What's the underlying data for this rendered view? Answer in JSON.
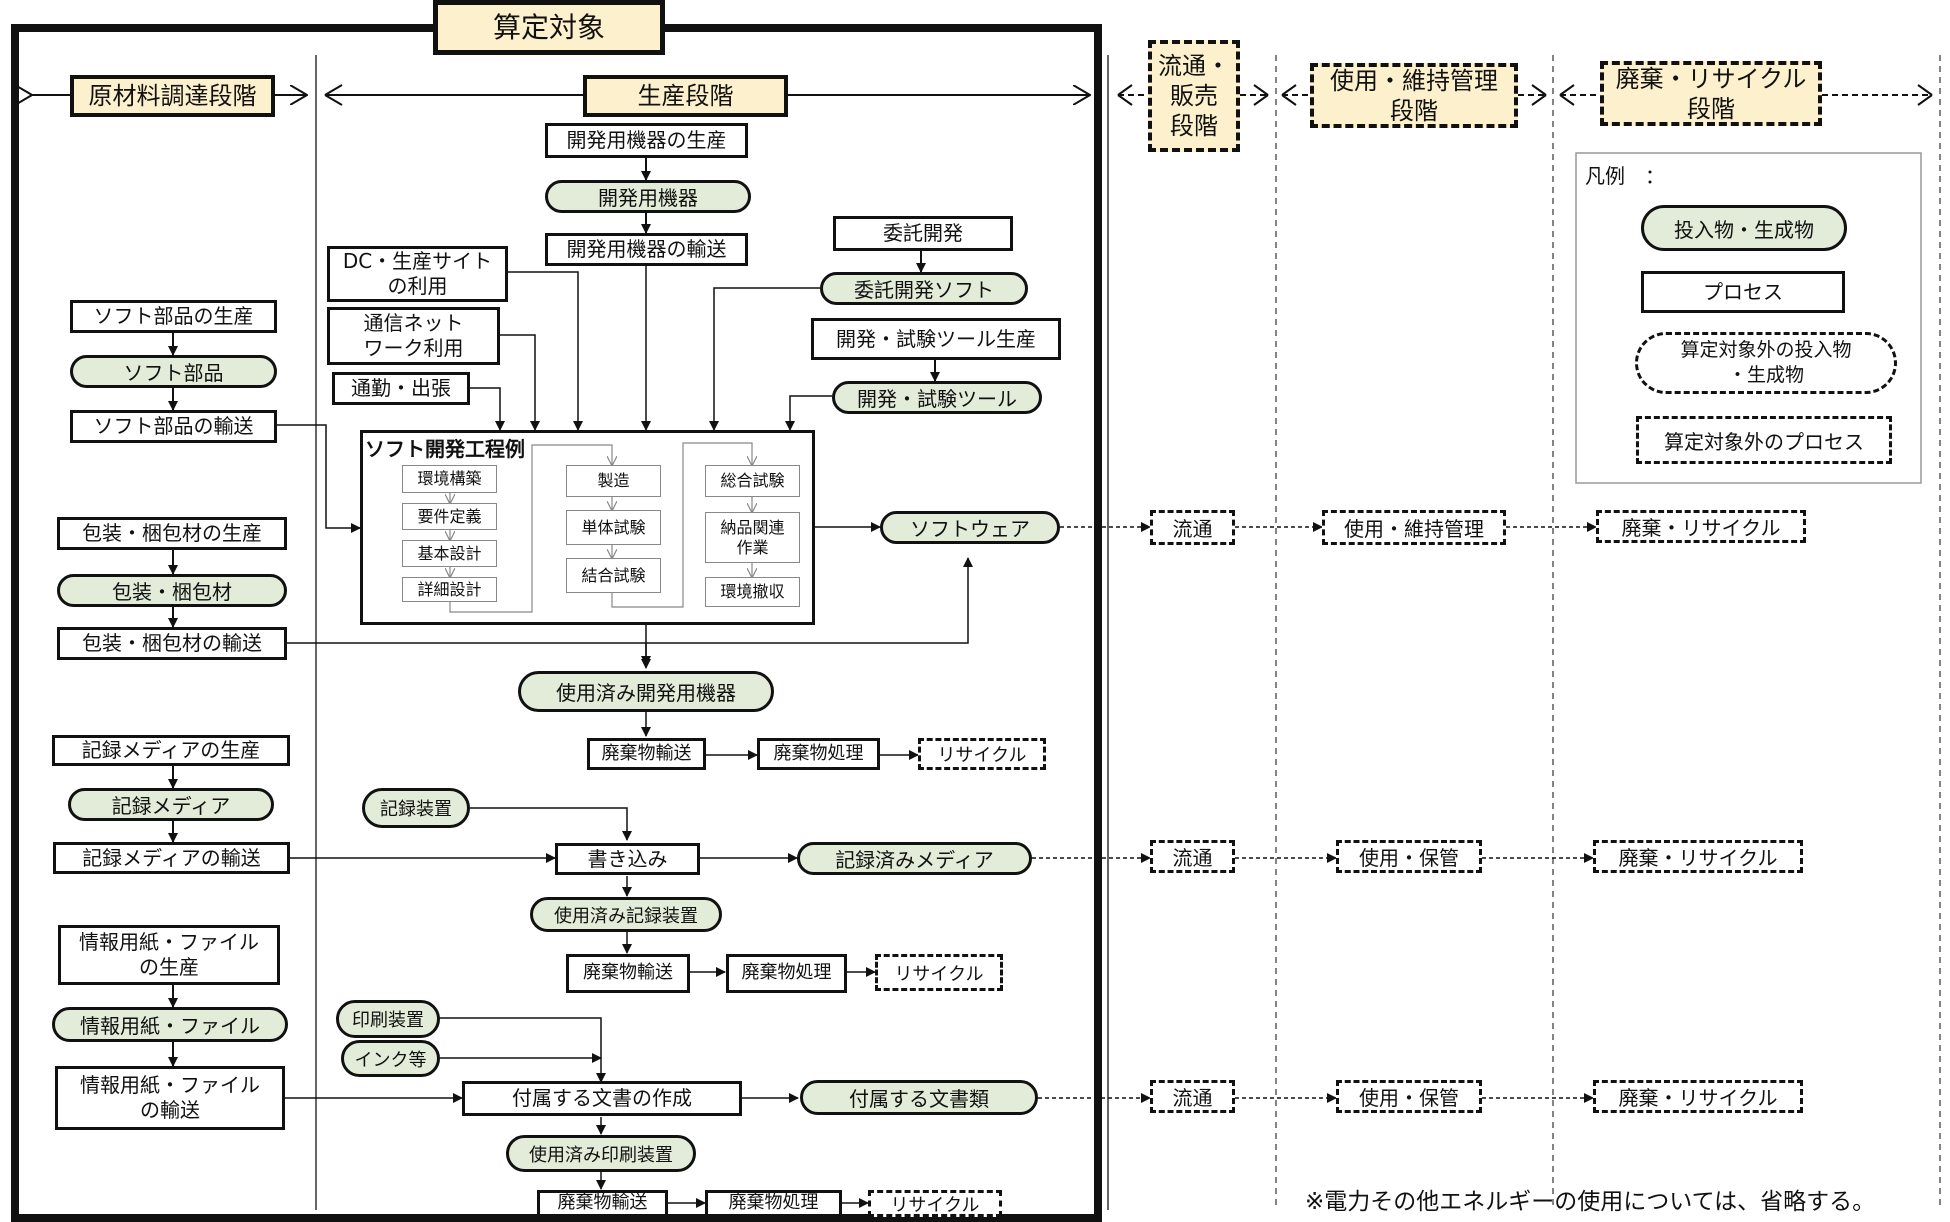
{
  "title": "算定対象",
  "stages": {
    "raw_material": "原材料調達段階",
    "production": "生産段階",
    "distribution": "流通・\n販売\n段階",
    "use": "使用・維持管理\n段階",
    "disposal": "廃棄・リサイクル\n段階"
  },
  "legend": {
    "title": "凡例　：",
    "product": "投入物・生成物",
    "process": "プロセス",
    "external_product": "算定対象外の投入物\n・生成物",
    "external_process": "算定対象外のプロセス"
  },
  "raw_material": {
    "soft_parts_production": "ソフト部品の生産",
    "soft_parts": "ソフト部品",
    "soft_parts_transport": "ソフト部品の輸送",
    "packaging_production": "包装・梱包材の生産",
    "packaging": "包装・梱包材",
    "packaging_transport": "包装・梱包材の輸送",
    "media_production": "記録メディアの生産",
    "media": "記録メディア",
    "media_transport": "記録メディアの輸送",
    "paper_production": "情報用紙・ファイル\nの生産",
    "paper": "情報用紙・ファイル",
    "paper_transport": "情報用紙・ファイル\nの輸送"
  },
  "production": {
    "dev_equipment_production": "開発用機器の生産",
    "dev_equipment": "開発用機器",
    "dev_equipment_transport": "開発用機器の輸送",
    "dc_use": "DC・生産サイト\nの利用",
    "network_use": "通信ネット\nワーク利用",
    "commute": "通勤・出張",
    "outsourcing": "委託開発",
    "outsourced_software": "委託開発ソフト",
    "tool_production": "開発・試験ツール生産",
    "tools": "開発・試験ツール",
    "process_title": "ソフト開発工程例",
    "steps_col1": [
      "環境構築",
      "要件定義",
      "基本設計",
      "詳細設計"
    ],
    "steps_col2": [
      "製造",
      "単体試験",
      "結合試験"
    ],
    "steps_col3": [
      "総合試験",
      "納品関連\n作業",
      "環境撤収"
    ],
    "software": "ソフトウェア",
    "used_dev_equipment": "使用済み開発用機器",
    "waste_transport": "廃棄物輸送",
    "waste_treatment": "廃棄物処理",
    "recycle": "リサイクル",
    "recording_device": "記録装置",
    "writing": "書き込み",
    "recorded_media": "記録済みメディア",
    "used_recording_device": "使用済み記録装置",
    "printing_device": "印刷装置",
    "ink": "インク等",
    "document_creation": "付属する文書の作成",
    "documents": "付属する文書類",
    "used_printing_device": "使用済み印刷装置"
  },
  "downstream": {
    "distribution": "流通",
    "use_maintenance": "使用・維持管理",
    "use_storage": "使用・保管",
    "disposal_recycle": "廃棄・リサイクル"
  },
  "footnote": "※電力その他エネルギーの使用については、省略する。",
  "colors": {
    "stage_fill": "#fdf0cc",
    "product_fill": "#e2ecd8",
    "line": "#111111"
  }
}
